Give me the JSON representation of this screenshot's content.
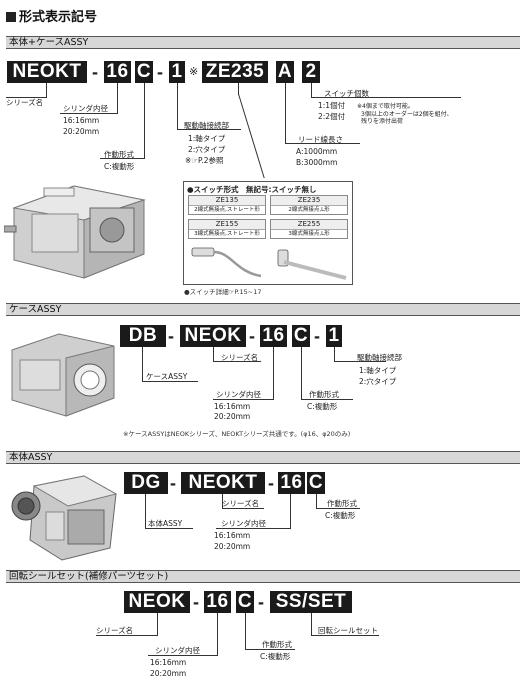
{
  "page_title": "形式表示記号",
  "s1": {
    "bar": "本体+ケースASSY",
    "codes": [
      "NEOKT",
      "16",
      "C",
      "1",
      "ZE235",
      "A",
      "2"
    ],
    "mark": "※",
    "series": "シリーズ名",
    "bore_label": "シリンダ内径",
    "bore_1": "16:16mm",
    "bore_2": "20:20mm",
    "action_label": "作動形式",
    "action_1": "C:複動形",
    "conn_label": "駆動軸接続部",
    "conn_1": "1:軸タイプ",
    "conn_2": "2:穴タイプ",
    "conn_note": "※☞P.2参照",
    "lead_label": "リード線長さ",
    "lead_1": "A:1000mm",
    "lead_2": "B:3000mm",
    "qty_label": "スイッチ個数",
    "qty_1": "1:1個付",
    "qty_2": "2:2個付",
    "qty_note_1": "※4個まで取付可能。",
    "qty_note_2": "3個以上のオーダーは2個を組付、",
    "qty_note_3": "残りを添付出荷",
    "switch_box": {
      "title": "●スイッチ形式　無記号:スイッチ無し",
      "cells": [
        {
          "name": "ZE135",
          "desc": "2線式無接点,ストレート形"
        },
        {
          "name": "ZE235",
          "desc": "2線式無接点,L形"
        },
        {
          "name": "ZE155",
          "desc": "3線式無接点,ストレート形"
        },
        {
          "name": "ZE255",
          "desc": "3線式無接点,L形"
        }
      ]
    },
    "switch_ref": "●スイッチ詳細☞P.15~17"
  },
  "s2": {
    "bar": "ケースASSY",
    "codes": [
      "DB",
      "NEOK",
      "16",
      "C",
      "1"
    ],
    "case_label": "ケースASSY",
    "series": "シリーズ名",
    "bore_label": "シリンダ内径",
    "bore_1": "16:16mm",
    "bore_2": "20:20mm",
    "action_label": "作動形式",
    "action_1": "C:複動形",
    "conn_label": "駆動軸接続部",
    "conn_1": "1:軸タイプ",
    "conn_2": "2:穴タイプ",
    "note": "※ケースASSYはNEOKシリーズ、NEOKTシリーズ共通です。(φ16、φ20のみ)"
  },
  "s3": {
    "bar": "本体ASSY",
    "codes": [
      "DG",
      "NEOKT",
      "16",
      "C"
    ],
    "body_label": "本体ASSY",
    "series": "シリーズ名",
    "bore_label": "シリンダ内径",
    "bore_1": "16:16mm",
    "bore_2": "20:20mm",
    "action_label": "作動形式",
    "action_1": "C:複動形"
  },
  "s4": {
    "bar": "回転シールセット(補修パーツセット)",
    "codes": [
      "NEOK",
      "16",
      "C",
      "SS/SET"
    ],
    "series": "シリーズ名",
    "bore_label": "シリンダ内径",
    "bore_1": "16:16mm",
    "bore_2": "20:20mm",
    "action_label": "作動形式",
    "action_1": "C:複動形",
    "seal_label": "回転シールセット"
  }
}
